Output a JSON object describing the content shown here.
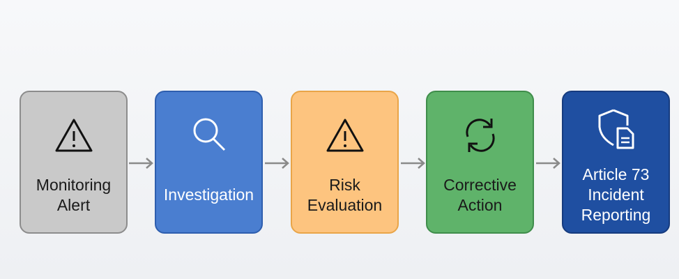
{
  "steps": [
    {
      "label": "Monitoring\nAlert",
      "icon": "warning-icon",
      "color": "#c9c9c9"
    },
    {
      "label": "Investigation",
      "icon": "search-icon",
      "color": "#4a7ed0"
    },
    {
      "label": "Risk\nEvaluation",
      "icon": "warning-icon",
      "color": "#fdc47f"
    },
    {
      "label": "Corrective\nAction",
      "icon": "refresh-icon",
      "color": "#5fb36a"
    },
    {
      "label": "Article 73\nIncident\nReporting",
      "icon": "shield-document-icon",
      "color": "#1f4fa1"
    }
  ]
}
